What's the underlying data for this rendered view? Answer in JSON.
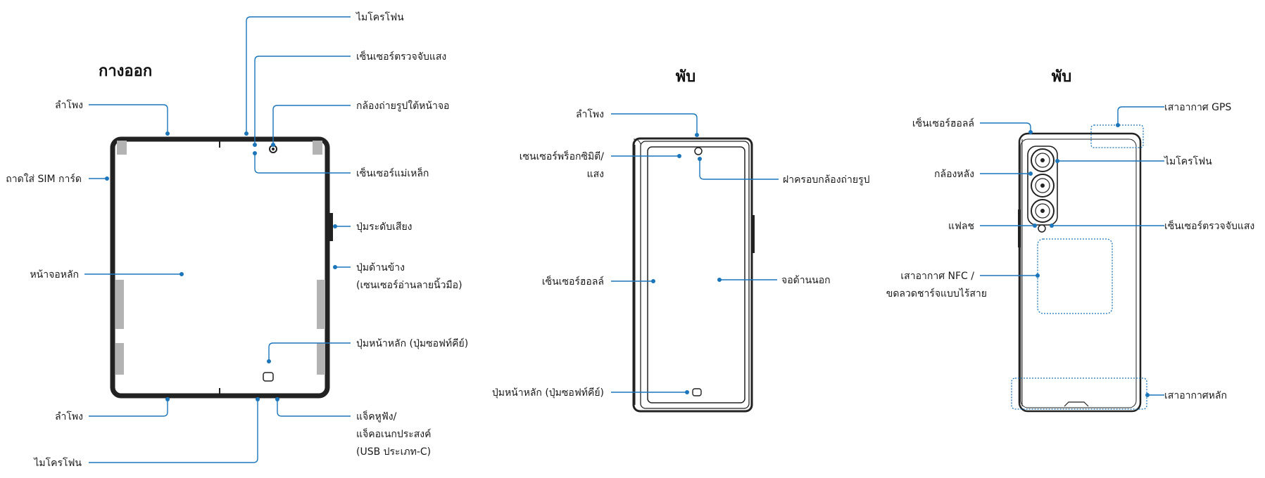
{
  "titles": {
    "unfolded": "กางออก",
    "folded_front": "พับ",
    "folded_back": "พับ"
  },
  "unfolded": {
    "microphone_top": "ไมโครโฟน",
    "light_sensor": "เซ็นเซอร์ตรวจจับแสง",
    "under_display_camera": "กล้องถ่ายรูปใต้หน้าจอ",
    "magnetic_sensor": "เซ็นเซอร์แม่เหล็ก",
    "speaker_top": "ลำโพง",
    "sim_tray": "ถาดใส่ SIM การ์ด",
    "volume_key": "ปุ่มระดับเสียง",
    "side_key_line1": "ปุ่มด้านข้าง",
    "side_key_line2": "(เซนเซอร์อ่านลายนิ้วมือ)",
    "main_screen": "หน้าจอหลัก",
    "home_button": "ปุ่มหน้าหลัก (ปุ่มซอฟท์คีย์)",
    "speaker_bottom": "ลำโพง",
    "jack_line1": "แจ็คหูฟัง/",
    "jack_line2": "แจ็คอเนกประสงค์",
    "jack_line3": "(USB ประเภท-C)",
    "microphone_bottom": "ไมโครโฟน"
  },
  "folded_front": {
    "speaker": "ลำโพง",
    "proximity_line1": "เซนเซอร์พร็อกซิมิตี/",
    "proximity_line2": "แสง",
    "camera_cover": "ฝาครอบกล้องถ่ายรูป",
    "hall_sensor": "เซ็นเซอร์ฮอลล์",
    "cover_screen": "จอด้านนอก",
    "home_button": "ปุ่มหน้าหลัก (ปุ่มซอฟท์คีย์)"
  },
  "folded_back": {
    "gps_antenna": "เสาอากาศ GPS",
    "hall_sensor": "เซ็นเซอร์ฮอลล์",
    "rear_camera": "กล้องหลัง",
    "microphone": "ไมโครโฟน",
    "flash": "แฟลช",
    "light_sensor": "เซ็นเซอร์ตรวจจับแสง",
    "nfc_line1": "เสาอากาศ NFC /",
    "nfc_line2": "ขดลวดชาร์จแบบไร้สาย",
    "main_antenna": "เสาอากาศหลัก"
  },
  "colors": {
    "leader": "#1b75bb",
    "outline": "#222222",
    "antenna_shade": "#b3b3b3"
  }
}
